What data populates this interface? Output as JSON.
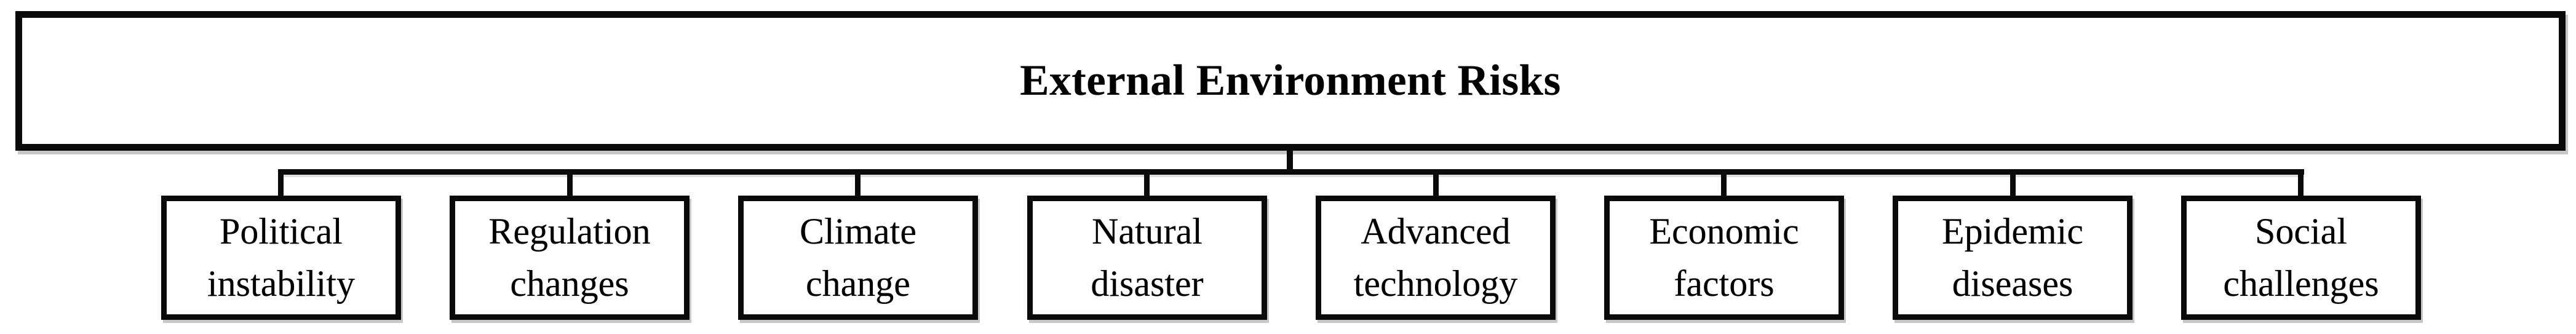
{
  "root": {
    "label": "External Environment Risks"
  },
  "children": [
    {
      "line1": "Political",
      "line2": "instability"
    },
    {
      "line1": "Regulation",
      "line2": "changes"
    },
    {
      "line1": "Climate",
      "line2": "change"
    },
    {
      "line1": "Natural",
      "line2": "disaster"
    },
    {
      "line1": "Advanced",
      "line2": "technology"
    },
    {
      "line1": "Economic",
      "line2": "factors"
    },
    {
      "line1": "Epidemic",
      "line2": "diseases"
    },
    {
      "line1": "Social",
      "line2": "challenges"
    }
  ],
  "colors": {
    "line": "#0a0a0a",
    "background": "#ffffff",
    "text": "#000000"
  }
}
